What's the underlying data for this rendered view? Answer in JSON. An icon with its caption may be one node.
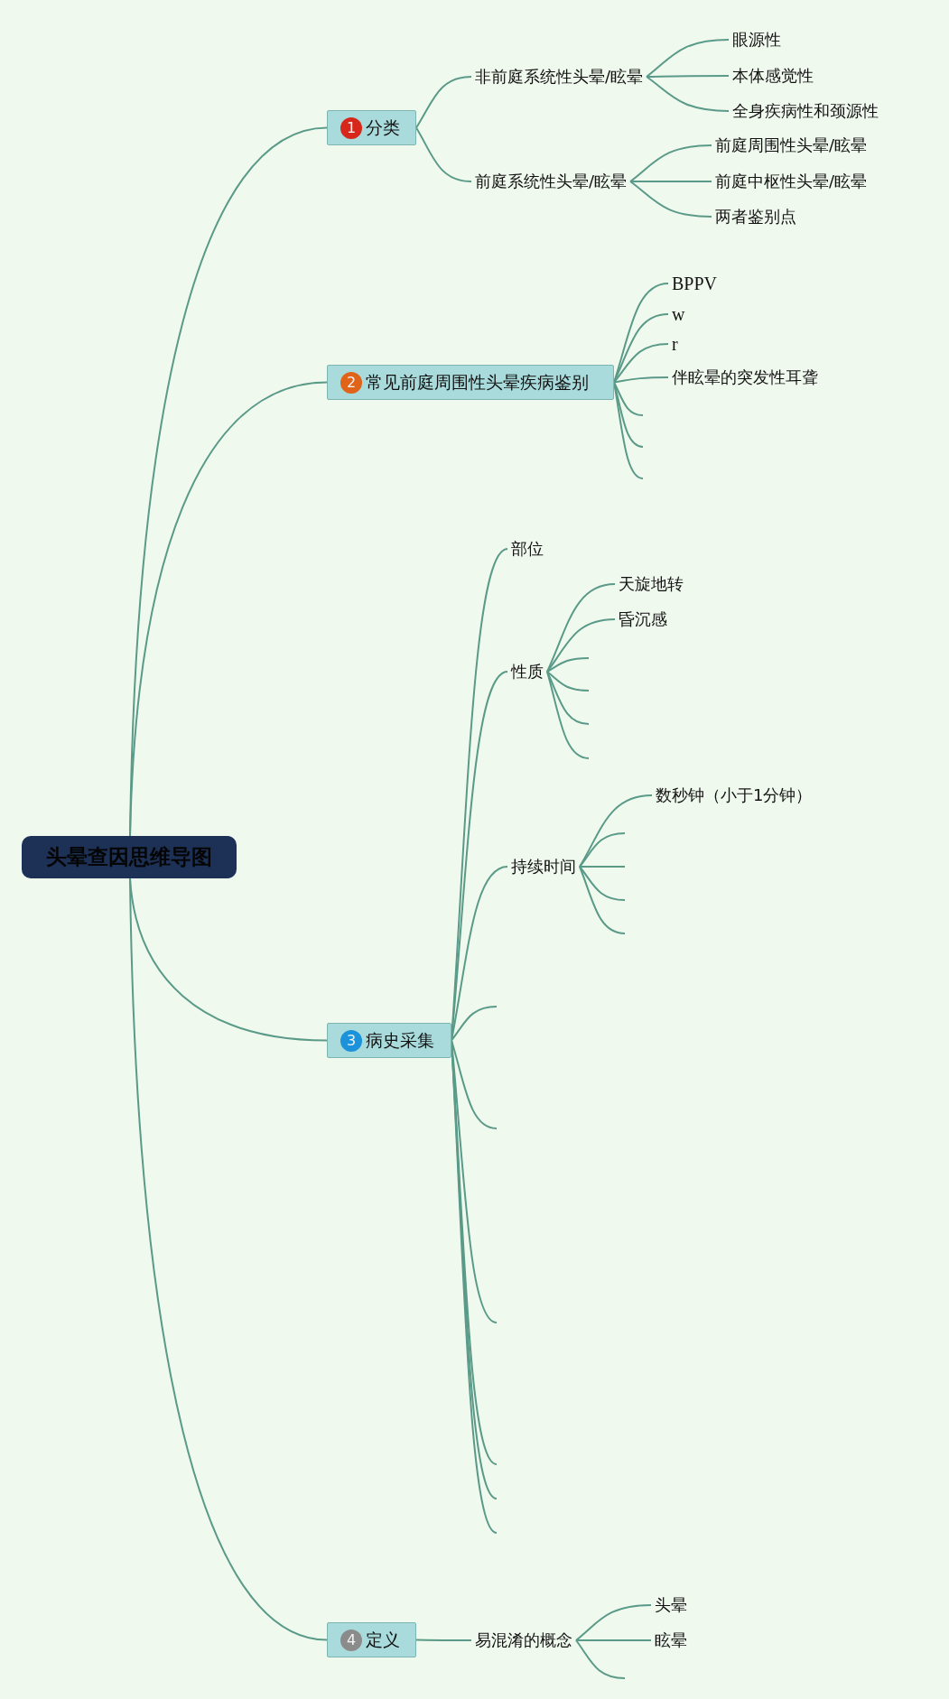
{
  "diagram": {
    "nodes": [
      {
        "text": [
          "头晕查因思维导图"
        ]
      },
      {
        "text": [
          "1",
          "分类"
        ]
      },
      {
        "text": [
          "非前庭系统性头晕/眩晕"
        ]
      },
      {
        "text": [
          "眼源性"
        ]
      },
      {
        "text": [
          "本体感觉性"
        ]
      },
      {
        "text": [
          "全身疾病性和颈源性"
        ]
      },
      {
        "text": [
          "前庭系统性头晕/眩晕"
        ]
      },
      {
        "text": [
          "前庭周围性头晕/眩晕"
        ]
      },
      {
        "text": [
          "前庭中枢性头晕/眩晕"
        ]
      },
      {
        "text": [
          "两者鉴别点"
        ]
      },
      {
        "text": [
          "2",
          "常见前庭周围性头晕疾病鉴别"
        ]
      },
      {
        "text": [
          "BPPV"
        ]
      },
      {
        "text": [
          "w"
        ]
      },
      {
        "text": [
          "r"
        ]
      },
      {
        "text": [
          "伴眩晕的突发性耳聋"
        ]
      },
      {
        "text": [
          "3",
          "病史采集"
        ]
      },
      {
        "text": [
          "部位"
        ]
      },
      {
        "text": [
          "性质"
        ]
      },
      {
        "text": [
          "天旋地转"
        ]
      },
      {
        "text": [
          "昏沉感"
        ]
      },
      {
        "text": [
          "持续时间"
        ]
      },
      {
        "text": [
          "数秒钟（小于1分钟）"
        ]
      },
      {
        "text": [
          "4",
          "定义"
        ]
      },
      {
        "text": [
          "易混淆的概念"
        ]
      },
      {
        "text": [
          "头晕"
        ]
      },
      {
        "text": [
          "眩晕"
        ]
      }
    ],
    "edges": [
      {
        "from": 0,
        "to": 1,
        "arrow": "none"
      },
      {
        "from": 0,
        "to": 10,
        "arrow": "none"
      },
      {
        "from": 0,
        "to": 15,
        "arrow": "none"
      },
      {
        "from": 0,
        "to": 22,
        "arrow": "none"
      },
      {
        "from": 1,
        "to": 2,
        "arrow": "none"
      },
      {
        "from": 1,
        "to": 6,
        "arrow": "none"
      },
      {
        "from": 2,
        "to": 3,
        "arrow": "none"
      },
      {
        "from": 2,
        "to": 4,
        "arrow": "none"
      },
      {
        "from": 2,
        "to": 5,
        "arrow": "none"
      },
      {
        "from": 6,
        "to": 7,
        "arrow": "none"
      },
      {
        "from": 6,
        "to": 8,
        "arrow": "none"
      },
      {
        "from": 6,
        "to": 9,
        "arrow": "none"
      },
      {
        "from": 10,
        "to": 11,
        "arrow": "none"
      },
      {
        "from": 10,
        "to": 12,
        "arrow": "none"
      },
      {
        "from": 10,
        "to": 13,
        "arrow": "none"
      },
      {
        "from": 10,
        "to": 14,
        "arrow": "none"
      },
      {
        "from": 10,
        "to": null,
        "arrow": "none"
      },
      {
        "from": 10,
        "to": null,
        "arrow": "none"
      },
      {
        "from": 10,
        "to": null,
        "arrow": "none"
      },
      {
        "from": 15,
        "to": 16,
        "arrow": "none"
      },
      {
        "from": 15,
        "to": 17,
        "arrow": "none"
      },
      {
        "from": 15,
        "to": 20,
        "arrow": "none"
      },
      {
        "from": 15,
        "to": null,
        "arrow": "none"
      },
      {
        "from": 15,
        "to": null,
        "arrow": "none"
      },
      {
        "from": 15,
        "to": null,
        "arrow": "none"
      },
      {
        "from": 15,
        "to": null,
        "arrow": "none"
      },
      {
        "from": 15,
        "to": null,
        "arrow": "none"
      },
      {
        "from": 15,
        "to": null,
        "arrow": "none"
      },
      {
        "from": 17,
        "to": 18,
        "arrow": "none"
      },
      {
        "from": 17,
        "to": 19,
        "arrow": "none"
      },
      {
        "from": 17,
        "to": null,
        "arrow": "none"
      },
      {
        "from": 17,
        "to": null,
        "arrow": "none"
      },
      {
        "from": 17,
        "to": null,
        "arrow": "none"
      },
      {
        "from": 17,
        "to": null,
        "arrow": "none"
      },
      {
        "from": 20,
        "to": 21,
        "arrow": "none"
      },
      {
        "from": 20,
        "to": null,
        "arrow": "none"
      },
      {
        "from": 20,
        "to": null,
        "arrow": "none"
      },
      {
        "from": 20,
        "to": null,
        "arrow": "none"
      },
      {
        "from": 20,
        "to": null,
        "arrow": "none"
      },
      {
        "from": 22,
        "to": 23,
        "arrow": "none"
      },
      {
        "from": 23,
        "to": 24,
        "arrow": "none"
      },
      {
        "from": 23,
        "to": 25,
        "arrow": "none"
      },
      {
        "from": 23,
        "to": null,
        "arrow": "none"
      }
    ]
  }
}
